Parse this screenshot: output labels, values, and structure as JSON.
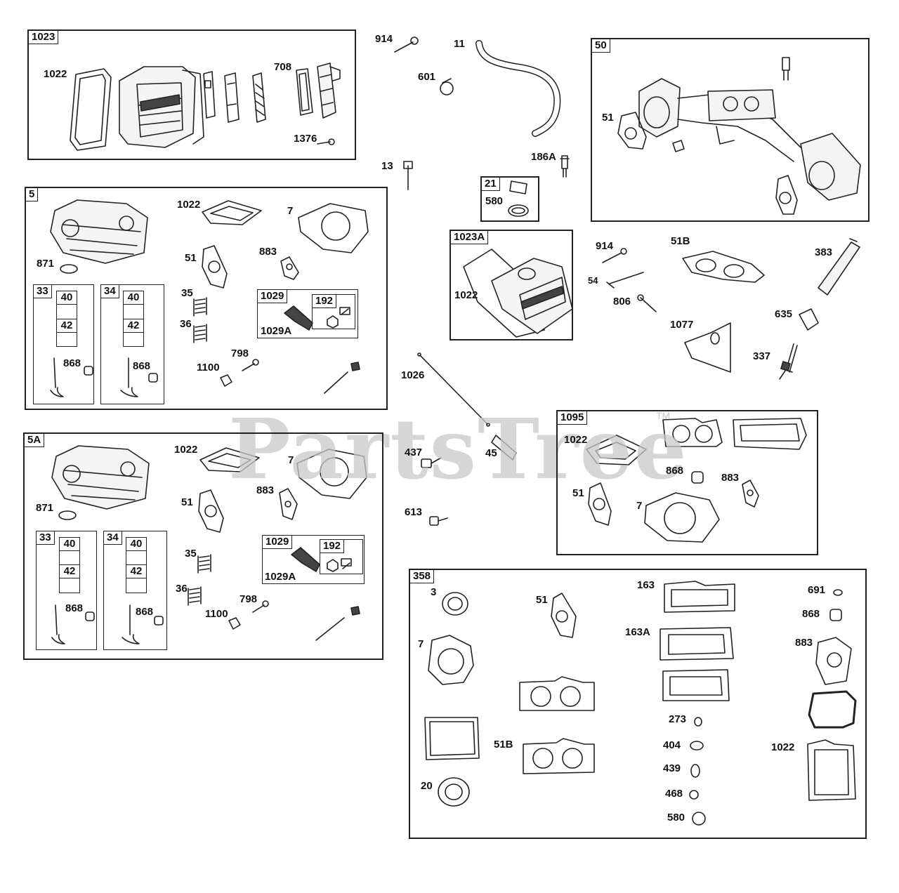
{
  "watermark": "PartsTree",
  "watermark_tm": "TM",
  "boxes": {
    "b1023": "1023",
    "b5": "5",
    "b5A": "5A",
    "b50": "50",
    "b21": "21",
    "b1023A": "1023A",
    "b1095": "1095",
    "b358": "358"
  },
  "sub": {
    "b5_33": "33",
    "b5_34": "34",
    "b5_40a": "40",
    "b5_42a": "42",
    "b5_40b": "40",
    "b5_42b": "42",
    "b5_1029": "1029",
    "b5_192": "192",
    "b5A_33": "33",
    "b5A_34": "34",
    "b5A_40a": "40",
    "b5A_42a": "42",
    "b5A_40b": "40",
    "b5A_42b": "42",
    "b5A_1029": "1029",
    "b5A_192": "192"
  },
  "labels": {
    "l1022a": "1022",
    "l708": "708",
    "l1376": "1376",
    "l914a": "914",
    "l11": "11",
    "l601": "601",
    "l13": "13",
    "l186A": "186A",
    "l580a": "580",
    "l51_50": "51",
    "l1022_1023A": "1022",
    "l914b": "914",
    "l54": "54",
    "l806": "806",
    "l51B_top": "51B",
    "l383": "383",
    "l1077": "1077",
    "l635": "635",
    "l337": "337",
    "l871_5": "871",
    "l868_5a": "868",
    "l868_5b": "868",
    "l1022_5": "1022",
    "l7_5": "7",
    "l51_5": "51",
    "l883_5": "883",
    "l35_5": "35",
    "l36_5": "36",
    "l1029A_5": "1029A",
    "l798_5": "798",
    "l1100_5": "1100",
    "l1026": "1026",
    "l437": "437",
    "l45": "45",
    "l613": "613",
    "l871_5A": "871",
    "l868_5Aa": "868",
    "l868_5Ab": "868",
    "l1022_5A": "1022",
    "l7_5A": "7",
    "l51_5A": "51",
    "l883_5A": "883",
    "l35_5A": "35",
    "l36_5A": "36",
    "l1029A_5A": "1029A",
    "l798_5A": "798",
    "l1100_5A": "1100",
    "l1022_1095": "1022",
    "l868_1095": "868",
    "l883_1095": "883",
    "l51_1095": "51",
    "l7_1095": "7",
    "l3": "3",
    "l7_358": "7",
    "l20": "20",
    "l51_358": "51",
    "l51B_358": "51B",
    "l163": "163",
    "l163A": "163A",
    "l273": "273",
    "l404": "404",
    "l439": "439",
    "l468": "468",
    "l580_358": "580",
    "l691": "691",
    "l868_358": "868",
    "l883_358": "883",
    "l1022_358": "1022"
  },
  "icons": [
    "valve-cover-icon",
    "gasket-icon",
    "cylinder-head-icon",
    "valve-icon",
    "spring-icon",
    "bolt-icon",
    "seal-icon",
    "hose-icon",
    "manifold-icon",
    "spark-plug-icon",
    "push-rod-icon",
    "lifter-icon",
    "clamp-icon",
    "breather-icon",
    "rocker-arm-icon",
    "nut-icon",
    "stud-icon",
    "o-ring-icon"
  ]
}
